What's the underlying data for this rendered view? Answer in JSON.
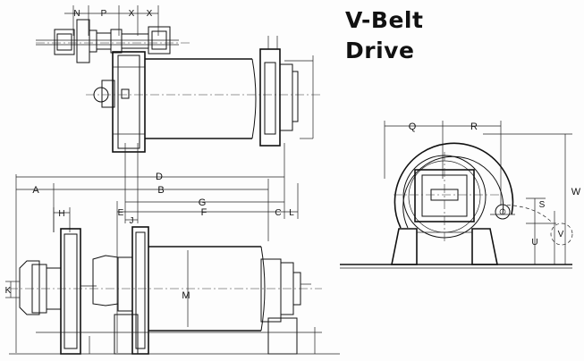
{
  "title": {
    "line1": "V-Belt",
    "line2": "Drive"
  },
  "dimension_labels": {
    "N": "N",
    "P": "P",
    "X1": "X",
    "X2": "X",
    "D": "D",
    "A": "A",
    "B": "B",
    "G": "G",
    "E": "E",
    "F": "F",
    "C": "C",
    "L": "L",
    "H": "H",
    "J": "J",
    "K": "K",
    "M": "M",
    "Q": "Q",
    "R": "R",
    "S": "S",
    "W": "W",
    "V": "V",
    "U": "U"
  }
}
